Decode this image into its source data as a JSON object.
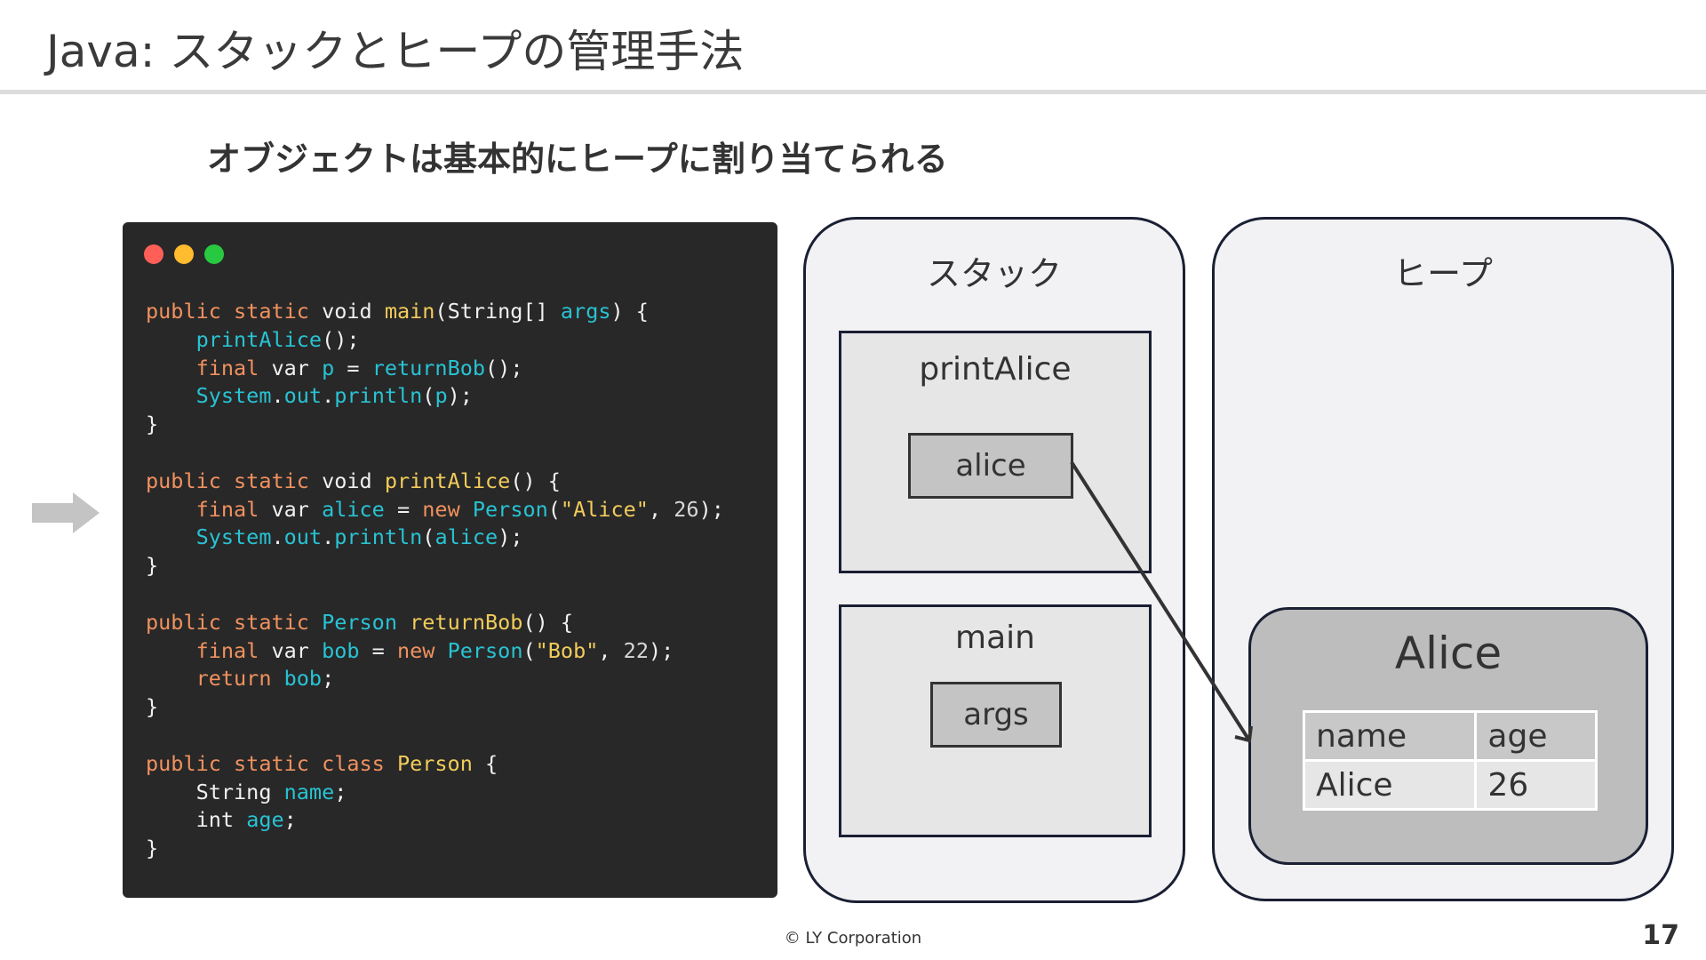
{
  "slide": {
    "title": "Java: スタックとヒープの管理手法",
    "subtitle": "オブジェクトは基本的にヒープに割り当てられる",
    "footer": "© LY Corporation",
    "page_number": "17"
  },
  "colors": {
    "keyword": "#f0915f",
    "func": "#f2cc5a",
    "ident": "#28c3d4",
    "string": "#f2cc5a",
    "number": "#d8d8d8",
    "plain": "#f0f0f0",
    "dot_red": "#ff5f57",
    "dot_yellow": "#febc2e",
    "dot_green": "#28c840"
  },
  "code_lines": [
    [
      [
        "k",
        "public static "
      ],
      [
        "p",
        "void "
      ],
      [
        "f",
        "main"
      ],
      [
        "p",
        "(String[] "
      ],
      [
        "i",
        "args"
      ],
      [
        "p",
        ") {"
      ]
    ],
    [
      [
        "p",
        "    "
      ],
      [
        "i",
        "printAlice"
      ],
      [
        "p",
        "();"
      ]
    ],
    [
      [
        "p",
        "    "
      ],
      [
        "k",
        "final "
      ],
      [
        "p",
        "var "
      ],
      [
        "i",
        "p"
      ],
      [
        "p",
        " = "
      ],
      [
        "i",
        "returnBob"
      ],
      [
        "p",
        "();"
      ]
    ],
    [
      [
        "p",
        "    "
      ],
      [
        "i",
        "System"
      ],
      [
        "p",
        "."
      ],
      [
        "i",
        "out"
      ],
      [
        "p",
        "."
      ],
      [
        "i",
        "println"
      ],
      [
        "p",
        "("
      ],
      [
        "i",
        "p"
      ],
      [
        "p",
        ");"
      ]
    ],
    [
      [
        "p",
        "}"
      ]
    ],
    [
      [
        "p",
        ""
      ]
    ],
    [
      [
        "k",
        "public static "
      ],
      [
        "p",
        "void "
      ],
      [
        "f",
        "printAlice"
      ],
      [
        "p",
        "() {"
      ]
    ],
    [
      [
        "p",
        "    "
      ],
      [
        "k",
        "final "
      ],
      [
        "p",
        "var "
      ],
      [
        "i",
        "alice"
      ],
      [
        "p",
        " = "
      ],
      [
        "k",
        "new "
      ],
      [
        "i",
        "Person"
      ],
      [
        "p",
        "("
      ],
      [
        "s",
        "\"Alice\""
      ],
      [
        "p",
        ", "
      ],
      [
        "n",
        "26"
      ],
      [
        "p",
        ");"
      ]
    ],
    [
      [
        "p",
        "    "
      ],
      [
        "i",
        "System"
      ],
      [
        "p",
        "."
      ],
      [
        "i",
        "out"
      ],
      [
        "p",
        "."
      ],
      [
        "i",
        "println"
      ],
      [
        "p",
        "("
      ],
      [
        "i",
        "alice"
      ],
      [
        "p",
        ");"
      ]
    ],
    [
      [
        "p",
        "}"
      ]
    ],
    [
      [
        "p",
        ""
      ]
    ],
    [
      [
        "k",
        "public static "
      ],
      [
        "i",
        "Person "
      ],
      [
        "f",
        "returnBob"
      ],
      [
        "p",
        "() {"
      ]
    ],
    [
      [
        "p",
        "    "
      ],
      [
        "k",
        "final "
      ],
      [
        "p",
        "var "
      ],
      [
        "i",
        "bob"
      ],
      [
        "p",
        " = "
      ],
      [
        "k",
        "new "
      ],
      [
        "i",
        "Person"
      ],
      [
        "p",
        "("
      ],
      [
        "s",
        "\"Bob\""
      ],
      [
        "p",
        ", "
      ],
      [
        "n",
        "22"
      ],
      [
        "p",
        ");"
      ]
    ],
    [
      [
        "p",
        "    "
      ],
      [
        "k",
        "return "
      ],
      [
        "i",
        "bob"
      ],
      [
        "p",
        ";"
      ]
    ],
    [
      [
        "p",
        "}"
      ]
    ],
    [
      [
        "p",
        ""
      ]
    ],
    [
      [
        "k",
        "public static class "
      ],
      [
        "f",
        "Person "
      ],
      [
        "p",
        "{"
      ]
    ],
    [
      [
        "p",
        "    String "
      ],
      [
        "i",
        "name"
      ],
      [
        "p",
        ";"
      ]
    ],
    [
      [
        "p",
        "    int "
      ],
      [
        "i",
        "age"
      ],
      [
        "p",
        ";"
      ]
    ],
    [
      [
        "p",
        "}"
      ]
    ]
  ],
  "stack": {
    "label": "スタック",
    "frames": [
      {
        "name": "printAlice",
        "vars": [
          "alice"
        ]
      },
      {
        "name": "main",
        "vars": [
          "args"
        ]
      }
    ]
  },
  "heap": {
    "label": "ヒープ",
    "object": {
      "label": "Alice",
      "headers": [
        "name",
        "age"
      ],
      "values": [
        "Alice",
        "26"
      ]
    }
  }
}
